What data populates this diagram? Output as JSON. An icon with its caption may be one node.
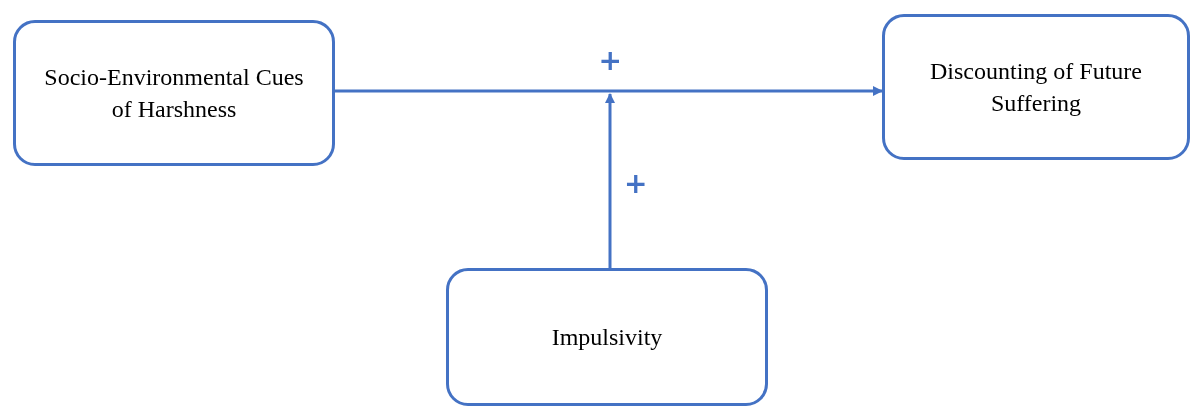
{
  "diagram": {
    "nodes": [
      {
        "text": [
          "Socio-Environmental Cues of Harshness"
        ]
      },
      {
        "text": [
          "Discounting of Future Suffering"
        ]
      },
      {
        "text": [
          "Impulsivity"
        ]
      }
    ],
    "edges": [
      {
        "from": 0,
        "to": 1,
        "arrow": "to",
        "label": "+"
      },
      {
        "from": 2,
        "to": null,
        "arrow": "to",
        "label": "+"
      }
    ]
  }
}
